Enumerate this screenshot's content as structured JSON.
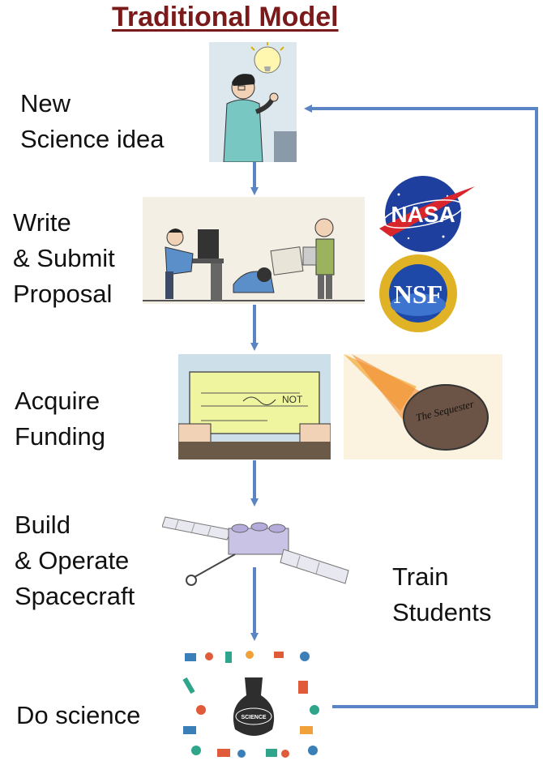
{
  "title": "Traditional Model",
  "steps": [
    {
      "lines": [
        "New",
        "Science idea"
      ]
    },
    {
      "lines": [
        "Write",
        "& Submit",
        "Proposal"
      ]
    },
    {
      "lines": [
        "Acquire",
        "Funding"
      ]
    },
    {
      "lines": [
        "Build",
        "& Operate",
        "Spacecraft"
      ]
    },
    {
      "lines": [
        "Do science"
      ]
    }
  ],
  "side_label": {
    "lines": [
      "Train",
      "Students"
    ]
  },
  "logos": {
    "nasa": "NASA",
    "nsf": "NSF"
  },
  "check_text": "NOT",
  "meteor_text": "The Sequester",
  "science_text": "SCIENCE",
  "colors": {
    "title": "#7b1a1a",
    "arrow": "#5b84c4"
  }
}
